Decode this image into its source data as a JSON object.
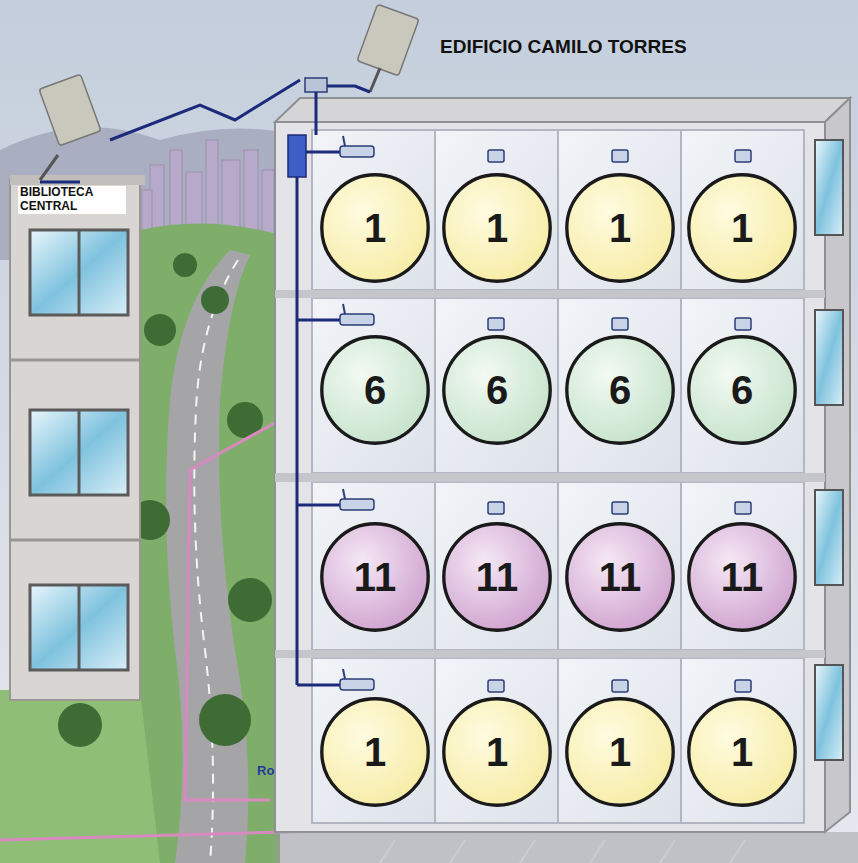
{
  "diagram": {
    "nodes": [
      {
        "text": [
          "1"
        ]
      },
      {
        "text": [
          "1"
        ]
      },
      {
        "text": [
          "1"
        ]
      },
      {
        "text": [
          "1"
        ]
      },
      {
        "text": [
          "6"
        ]
      },
      {
        "text": [
          "6"
        ]
      },
      {
        "text": [
          "6"
        ]
      },
      {
        "text": [
          "6"
        ]
      },
      {
        "text": [
          "11"
        ]
      },
      {
        "text": [
          "11"
        ]
      },
      {
        "text": [
          "11"
        ]
      },
      {
        "text": [
          "11"
        ]
      },
      {
        "text": [
          "1"
        ]
      },
      {
        "text": [
          "1"
        ]
      },
      {
        "text": [
          "1"
        ]
      },
      {
        "text": [
          "1"
        ]
      }
    ],
    "labels": [
      "EDIFICIO CAMILO TORRES",
      "BIBLIOTECA CENTRAL",
      "Ro"
    ]
  }
}
